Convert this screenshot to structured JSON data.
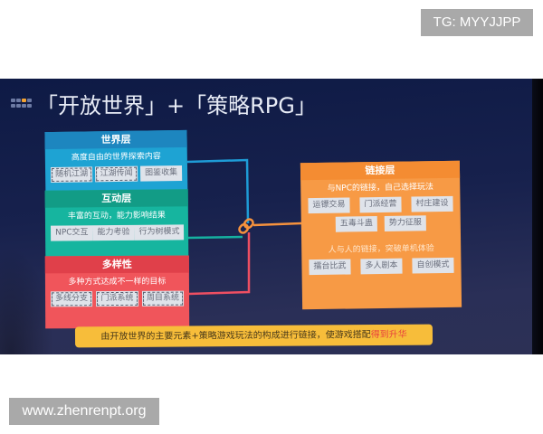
{
  "watermarks": {
    "top_right": "TG: MYYJJPP",
    "bottom_left": "www.zhenrenpt.org"
  },
  "slide": {
    "title": "「开放世界」+「策略RPG」",
    "title_icon": "grid-dots-icon",
    "left_layers": [
      {
        "name": "世界层",
        "subtitle": "高度自由的世界探索内容",
        "color": "#1ea3d3",
        "tags": [
          "随机江湖",
          "江湖传闻",
          "图鉴收集"
        ]
      },
      {
        "name": "互动层",
        "subtitle": "丰富的互动，能力影响结果",
        "color": "#16b59f",
        "tags": [
          "NPC交互",
          "能力考验",
          "行为树模式"
        ]
      },
      {
        "name": "多样性",
        "subtitle": "多种方式达成不一样的目标",
        "color": "#f0555b",
        "tags": [
          "多线分支",
          "门派系统",
          "周目系统"
        ]
      }
    ],
    "link_icon": "chain-link-icon",
    "right_layer": {
      "name": "链接层",
      "color": "#f79a45",
      "section1_subtitle": "与NPC的链接，自己选择玩法",
      "section1_tags_row1": [
        "运镖交易",
        "门派经营",
        "村庄建设"
      ],
      "section1_tags_row2": [
        "五毒斗蛊",
        "势力征服"
      ],
      "section2_subtitle": "人与人的链接，突破单机体验",
      "section2_tags": [
        "擂台比武",
        "多人剧本",
        "自创模式"
      ]
    },
    "banner": {
      "text": "由开放世界的主要元素+策略游戏玩法的构成进行链接，使游戏搭配",
      "highlight": "得到升华",
      "highlight_color": "#e8413e"
    }
  }
}
